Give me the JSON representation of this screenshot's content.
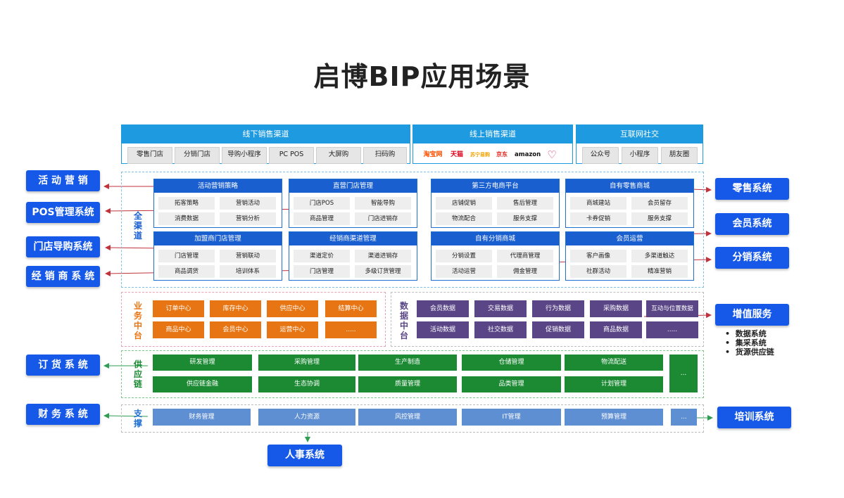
{
  "title": "启博BIP应用场景",
  "channels": {
    "offline": {
      "title": "线下销售渠道",
      "items": [
        "零售门店",
        "分销门店",
        "导购小程序",
        "PC POS",
        "大屏购",
        "扫码购"
      ]
    },
    "online": {
      "title": "线上销售渠道",
      "logos": [
        "淘宝网",
        "天猫",
        "苏宁易购",
        "京东",
        "amazon",
        "♡"
      ]
    },
    "social": {
      "title": "互联网社交",
      "items": [
        "公众号",
        "小程序",
        "朋友圈"
      ]
    }
  },
  "omni_label": "全渠道",
  "modules": [
    {
      "title": "活动营销策略",
      "cells": [
        "拓客策略",
        "营销活动",
        "消费数据",
        "营销分析"
      ]
    },
    {
      "title": "直营门店管理",
      "cells": [
        "门店POS",
        "智能导购",
        "商品管理",
        "门店进销存"
      ]
    },
    {
      "title": "第三方电商平台",
      "cells": [
        "店铺促销",
        "售后管理",
        "物流配合",
        "服务支撑"
      ]
    },
    {
      "title": "自有零售商城",
      "cells": [
        "商城建站",
        "会员留存",
        "卡券促销",
        "服务支撑"
      ]
    },
    {
      "title": "加盟商门店管理",
      "cells": [
        "门店管理",
        "营销联动",
        "商品调货",
        "培训体系"
      ]
    },
    {
      "title": "经销商渠道管理",
      "cells": [
        "渠道定价",
        "渠道进销存",
        "门店管理",
        "多级订货管理"
      ]
    },
    {
      "title": "自有分销商城",
      "cells": [
        "分销设置",
        "代理商管理",
        "活动运营",
        "佣金管理"
      ]
    },
    {
      "title": "会员运营",
      "cells": [
        "客户画像",
        "多渠道触达",
        "社群活动",
        "精准营销"
      ]
    }
  ],
  "business_center": {
    "label": "业务中台",
    "items": [
      "订单中心",
      "库存中心",
      "供应中心",
      "结算中心",
      "商品中心",
      "会员中心",
      "运营中心",
      "....."
    ]
  },
  "data_center": {
    "label": "数据中台",
    "items": [
      "会员数据",
      "交易数据",
      "行为数据",
      "采购数据",
      "互动与位置数据",
      "活动数据",
      "社交数据",
      "促销数据",
      "商品数据",
      "....."
    ]
  },
  "supply_chain": {
    "label": "供应链",
    "items": [
      "研发管理",
      "采购管理",
      "生产制造",
      "仓储管理",
      "物流配送",
      "供应链金融",
      "生态协调",
      "质量管理",
      "品类管理",
      "计划管理"
    ],
    "more": "..."
  },
  "support": {
    "label": "支撑",
    "items": [
      "财务管理",
      "人力资源",
      "风控管理",
      "IT管理",
      "预算管理"
    ],
    "more": "..."
  },
  "left_systems": [
    "活 动 营 销",
    "POS管理系统",
    "门店导购系统",
    "经 销 商 系 统",
    "订 货 系 统",
    "财 务 系 统"
  ],
  "right_systems": [
    "零售系统",
    "会员系统",
    "分销系统",
    "增值服务",
    "培训系统"
  ],
  "value_added_bullets": [
    "数据系统",
    "集采系统",
    "货源供应链"
  ],
  "bottom_system": "人事系统",
  "colors": {
    "blue_header": "#1e9be0",
    "module_head": "#1a5fd0",
    "orange": "#e87513",
    "purple": "#5a4686",
    "green": "#1b8a33",
    "support_blue": "#5f8fd3",
    "side_button": "#1659e8",
    "arrow_red": "#c0323c",
    "arrow_green": "#2e9e52"
  }
}
